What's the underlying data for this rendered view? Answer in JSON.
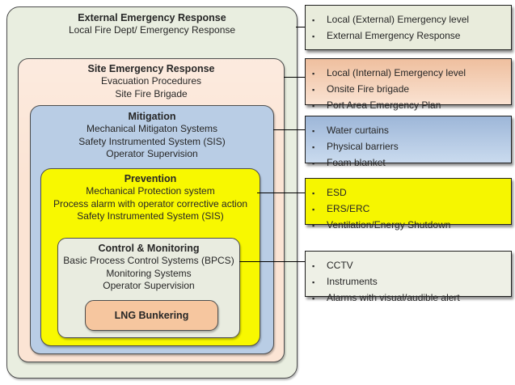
{
  "diagram": {
    "bullet_icon": "▪",
    "layers": {
      "external": {
        "title": "External Emergency Response",
        "lines": [
          "Local Fire Dept/ Emergency Response"
        ],
        "fill": "#e9eee0"
      },
      "site": {
        "title": "Site Emergency Response",
        "lines": [
          "Evacuation Procedures",
          "Site Fire Brigade"
        ],
        "fill": "#fbe4d4"
      },
      "mitigation": {
        "title": "Mitigation",
        "lines": [
          "Mechanical Mitigaton Systems",
          "Safety Instrumented System (SIS)",
          "Operator Supervision"
        ],
        "fill": "#b9cde5"
      },
      "prevention": {
        "title": "Prevention",
        "lines": [
          "Mechanical Protection system",
          "Process alarm with operator corrective action",
          "Safety Instrumented System (SIS)"
        ],
        "fill": "#f8f800"
      },
      "control": {
        "title": "Control & Monitoring",
        "lines": [
          "Basic Process Control Systems (BPCS)",
          "Monitoring Systems",
          "Operator Supervision"
        ],
        "fill": "#e9ece0"
      },
      "lng": {
        "title": "LNG Bunkering",
        "fill": "#f6c69f"
      }
    },
    "callouts": {
      "external": {
        "items": [
          "Local (External) Emergency level",
          "External Emergency Response"
        ],
        "fill": "#e9ecdc"
      },
      "site": {
        "items": [
          "Local (Internal) Emergency level",
          "Onsite Fire brigade",
          "Port Area Emergency Plan"
        ],
        "fill": "#f7d3ba"
      },
      "mitigation": {
        "items": [
          "Water curtains",
          "Physical barriers",
          "Foam blanket"
        ],
        "fill": "#b3cbe7"
      },
      "prevention": {
        "items": [
          "ESD",
          "ERS/ERC",
          "Ventilation/Energy Shutdown"
        ],
        "fill": "#f6f600"
      },
      "control": {
        "items": [
          "CCTV",
          "Instruments",
          "Alarms with visual/audible alert"
        ],
        "fill": "#eef0e6"
      }
    }
  }
}
